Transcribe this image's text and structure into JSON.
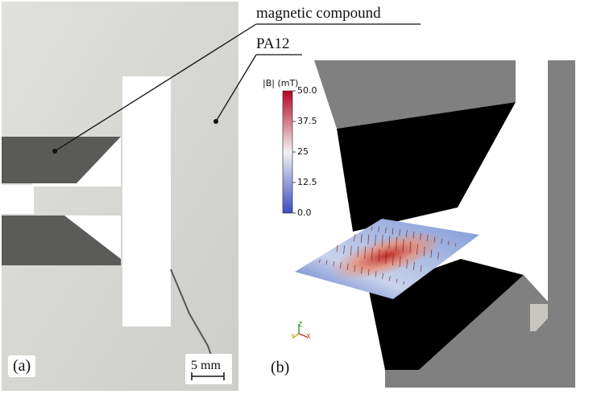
{
  "panel_a": {
    "label": "(a)",
    "scale_bar": "5 mm",
    "callouts": {
      "magnetic": "magnetic compound",
      "pa12": "PA12"
    }
  },
  "panel_b": {
    "label": "(b)",
    "colorbar": {
      "title": "|B| (mT)",
      "ticks": [
        "50.0",
        "37.5",
        "25",
        "12.5",
        "0.0"
      ],
      "colors": {
        "high": "#b40426",
        "mid": "#f2f2f2",
        "low": "#3b4cc0"
      }
    },
    "axes": {
      "z": "Z",
      "y": "Y",
      "x": "X"
    }
  },
  "colors": {
    "geometry": "#808080",
    "pole_face": "#000000",
    "photo_bg": "#dcdcd8",
    "compound": "#5a5a58"
  }
}
